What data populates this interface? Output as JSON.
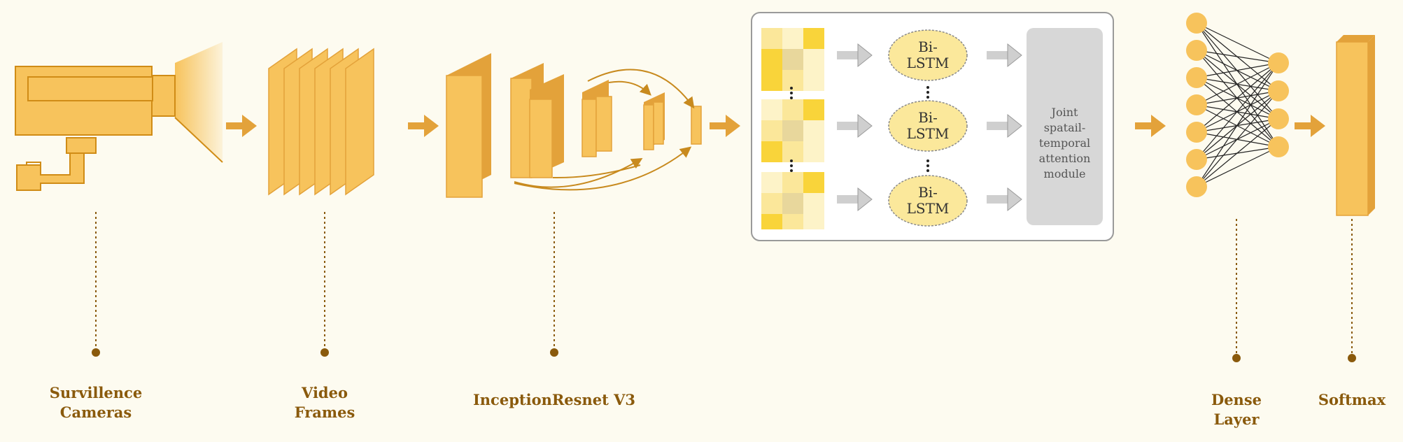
{
  "stages": {
    "cameras": {
      "line1": "Survillence",
      "line2": "Cameras",
      "icon": "surveillance-camera-icon"
    },
    "frames": {
      "line1": "Video",
      "line2": "Frames"
    },
    "inception": {
      "line1": "InceptionResnet V3"
    },
    "dense": {
      "line1": "Dense",
      "line2": "Layer"
    },
    "softmax": {
      "line1": "Softmax"
    }
  },
  "attention_block": {
    "bilstm_units": [
      {
        "line1": "Bi-",
        "line2": "LSTM"
      },
      {
        "line1": "Bi-",
        "line2": "LSTM"
      },
      {
        "line1": "Bi-",
        "line2": "LSTM"
      }
    ],
    "module": {
      "line1": "Joint",
      "line2": "spatail-",
      "line3": "temporal",
      "line4": "attention",
      "line5": "module"
    }
  },
  "colors": {
    "background": "#fdfbf0",
    "primary": "#f7c35c",
    "primary_dark": "#e3a23a",
    "accent_dark": "#d08c16",
    "label": "#8a5a0c",
    "module_fill": "#d7d7d7"
  }
}
